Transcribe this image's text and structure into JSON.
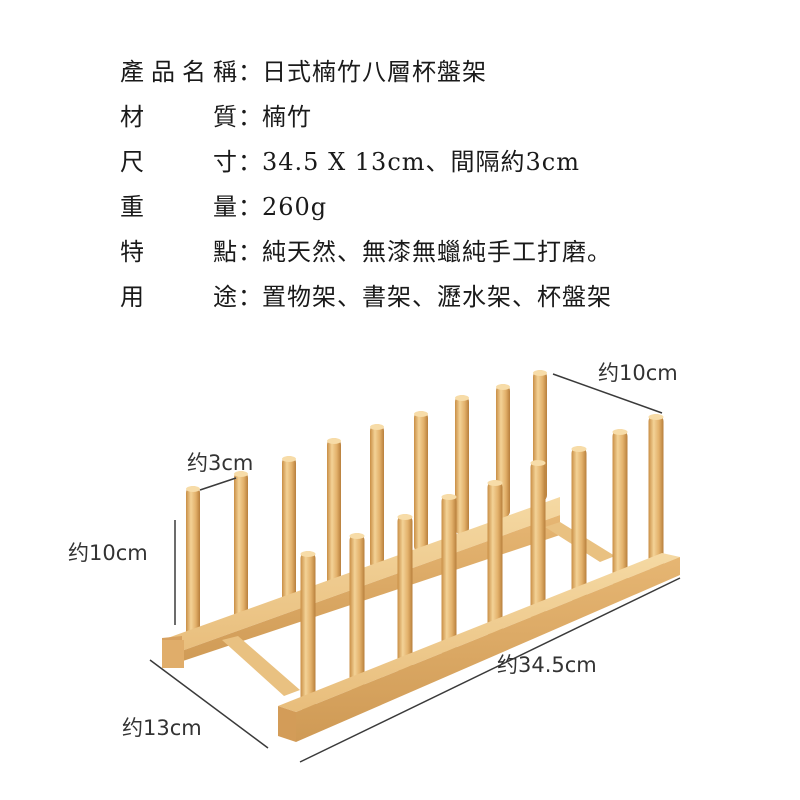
{
  "specs": [
    {
      "label": "產品名稱",
      "label_chars": [
        "產",
        "品",
        "名",
        "稱"
      ],
      "colon": "：",
      "value": "日式楠竹八層杯盤架"
    },
    {
      "label": "材質",
      "label_chars": [
        "材",
        "質"
      ],
      "colon": "：",
      "value": "楠竹"
    },
    {
      "label": "尺寸",
      "label_chars": [
        "尺",
        "寸"
      ],
      "colon": "：",
      "value": "34.5 X 13cm、間隔約3cm"
    },
    {
      "label": "重量",
      "label_chars": [
        "重",
        "量"
      ],
      "colon": "：",
      "value": "260g"
    },
    {
      "label": "特點",
      "label_chars": [
        "特",
        "點"
      ],
      "colon": "：",
      "value": "純天然、無漆無蠟純手工打磨。"
    },
    {
      "label": "用途",
      "label_chars": [
        "用",
        "途"
      ],
      "colon": "：",
      "value": "置物架、書架、瀝水架、杯盤架"
    }
  ],
  "dimensions": {
    "depth_top": "约10cm",
    "spacing": "约3cm",
    "height": "约10cm",
    "length": "约34.5cm",
    "depth_bottom": "约13cm"
  },
  "colors": {
    "wood_light": "#f1cc8e",
    "wood_mid": "#e2b06a",
    "wood_dark": "#c98e45",
    "text": "#1a1a1a"
  }
}
